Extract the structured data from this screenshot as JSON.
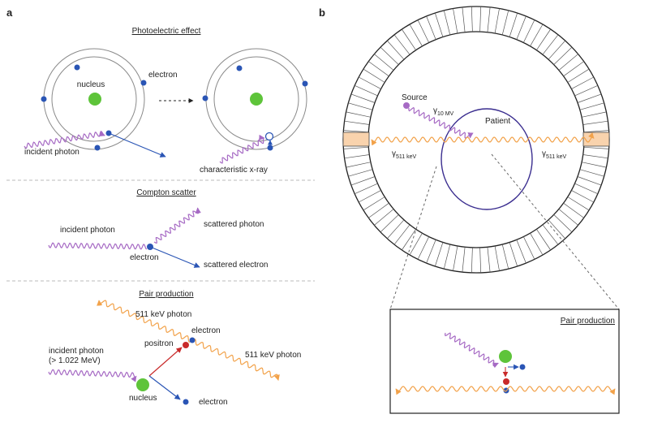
{
  "colors": {
    "photon": "#a66ac4",
    "annihilation": "#f2a24a",
    "electron": "#2a55b5",
    "positron": "#c92a2a",
    "nucleus": "#5ec43a",
    "detector_hit": "#f9d3ad",
    "patient": "#3a2d8f"
  },
  "panel_a": {
    "label": "a",
    "photoelectric": {
      "title": "Photoelectric effect",
      "nucleus": "nucleus",
      "electron": "electron",
      "incident": "incident photon",
      "xray": "characteristic x-ray"
    },
    "compton": {
      "title": "Compton scatter",
      "incident": "incident photon",
      "electron": "electron",
      "scattered_photon": "scattered photon",
      "scattered_electron": "scattered electron"
    },
    "pair": {
      "title": "Pair production",
      "photon_511_a": "511 keV photon",
      "photon_511_b": "511 keV photon",
      "electron_top": "electron",
      "positron": "positron",
      "incident": "incident photon",
      "threshold": "(> 1.022 MeV)",
      "nucleus": "nucleus",
      "electron_bottom": "electron"
    }
  },
  "panel_b": {
    "label": "b",
    "source": "Source",
    "gamma_source_symbol": "γ",
    "gamma_source_sub": "10 MV",
    "patient": "Patient",
    "gamma_left_symbol": "γ",
    "gamma_left_sub": "511 keV",
    "gamma_right_symbol": "γ",
    "gamma_right_sub": "511 keV",
    "inset_title": "Pair production"
  }
}
